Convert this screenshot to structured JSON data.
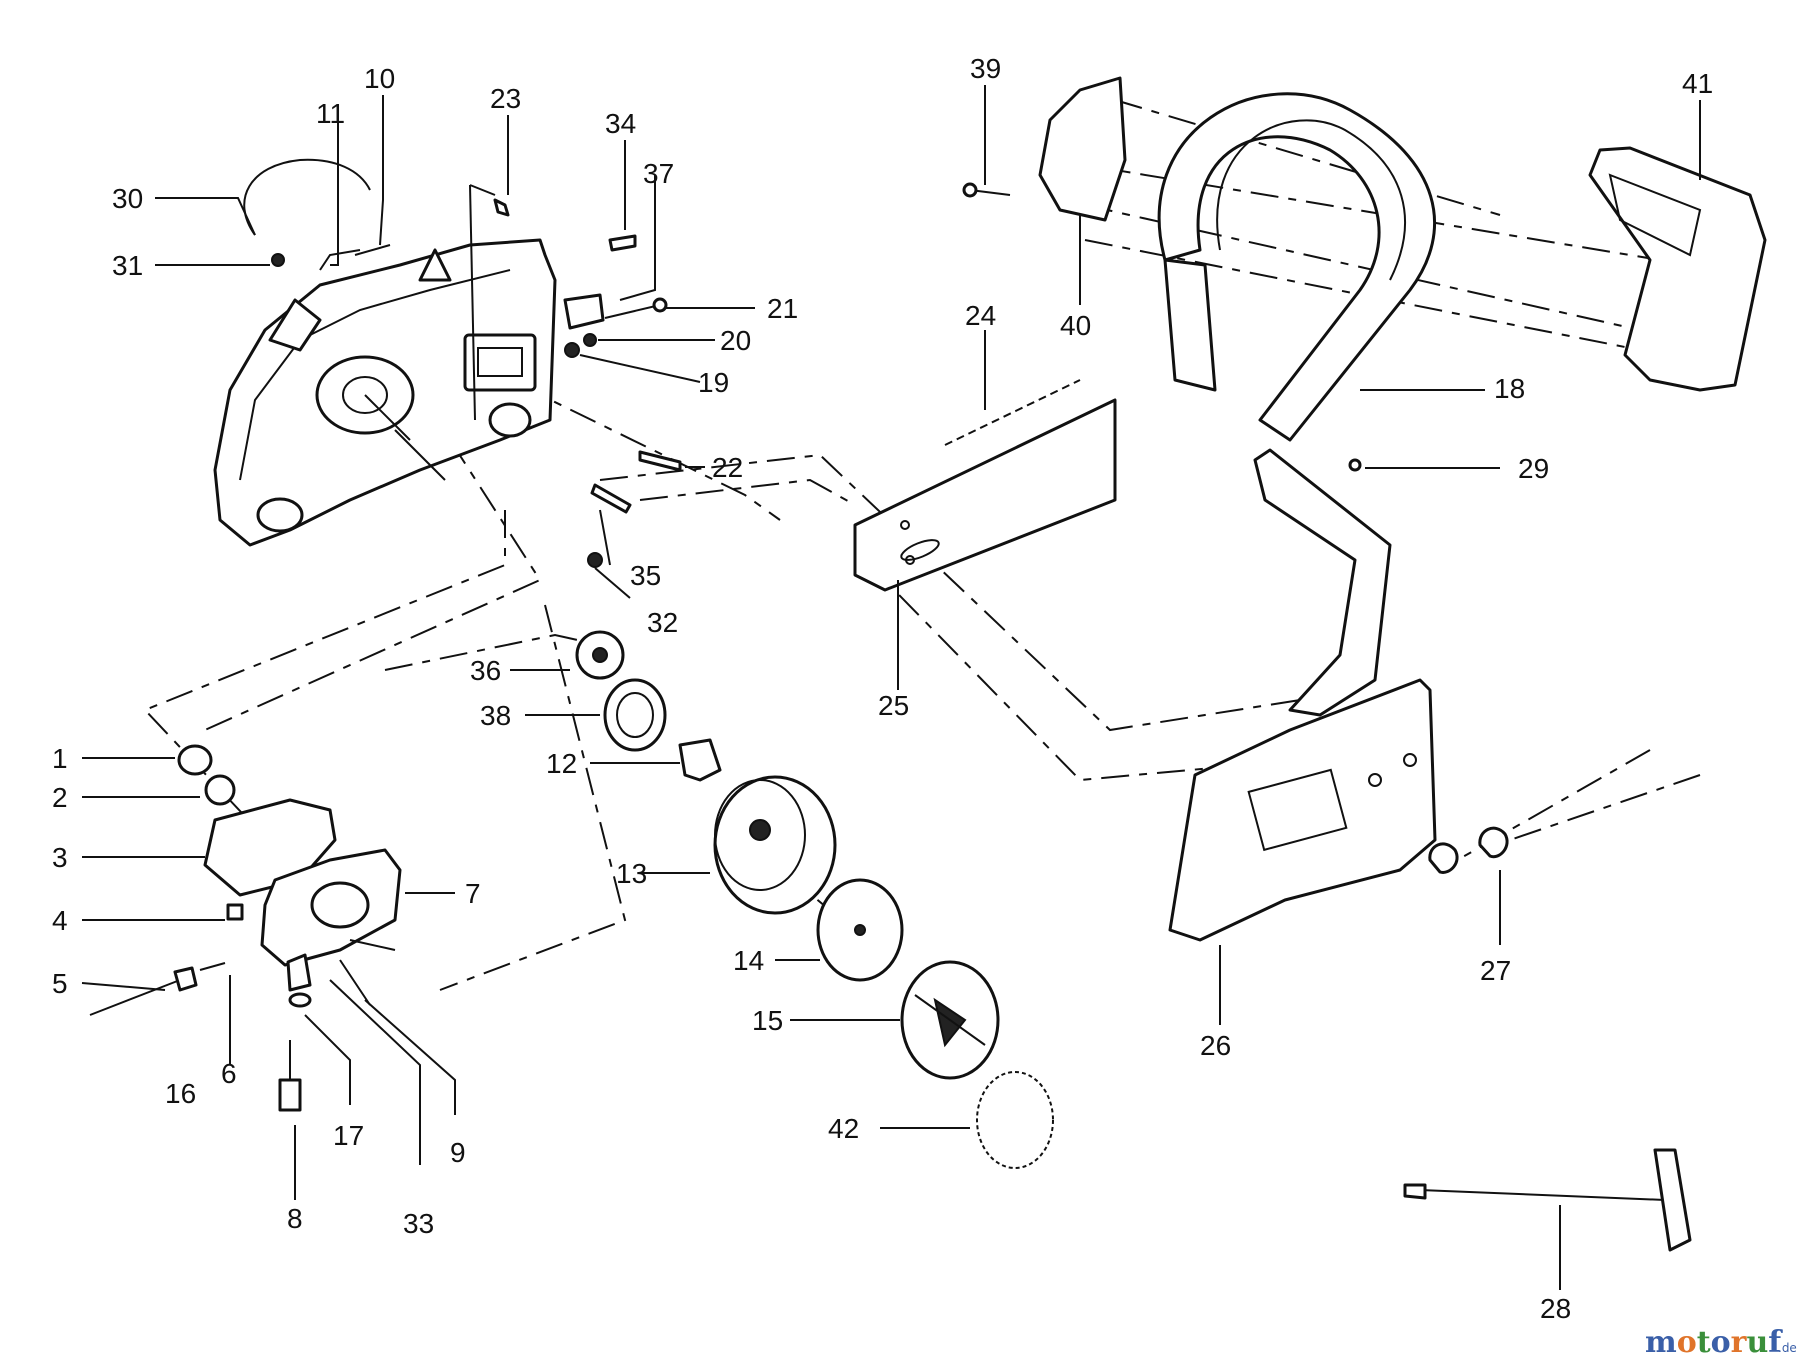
{
  "labels": {
    "1": "1",
    "2": "2",
    "3": "3",
    "4": "4",
    "5": "5",
    "6": "6",
    "7": "7",
    "8": "8",
    "9": "9",
    "10": "10",
    "11": "11",
    "12": "12",
    "13": "13",
    "14": "14",
    "15": "15",
    "16": "16",
    "17": "17",
    "18": "18",
    "19": "19",
    "20": "20",
    "21": "21",
    "22": "22",
    "23": "23",
    "24": "24",
    "25": "25",
    "26": "26",
    "27": "27",
    "28": "28",
    "29": "29",
    "30": "30",
    "31": "31",
    "32": "32",
    "33": "33",
    "34": "34",
    "35": "35",
    "36": "36",
    "37": "37",
    "38": "38",
    "39": "39",
    "40": "40",
    "41": "41",
    "42": "42"
  },
  "watermark": {
    "brand": "motoruf",
    "suffix": ".de",
    "colors": [
      "#3a5fa8",
      "#e0742a",
      "#3a8f3a"
    ]
  }
}
